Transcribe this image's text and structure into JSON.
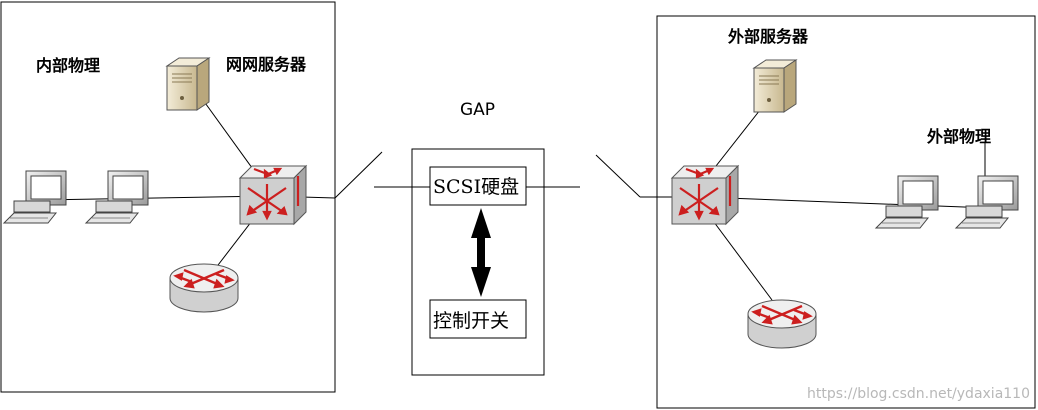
{
  "labels": {
    "inner_physical": "内部物理",
    "inner_server": "网网服务器",
    "gap": "GAP",
    "scsi_disk": "SCSI硬盘",
    "control_switch": "控制开关",
    "outer_server": "外部服务器",
    "outer_physical": "外部物理"
  },
  "watermark": "https://blog.csdn.net/ydaxia110",
  "colors": {
    "line": "#000000",
    "arrow_red": "#cc1f1f",
    "device_gray": "#c9c9c9",
    "server_beige": "#e7dcc0"
  },
  "icons": [
    "workstation-icon",
    "server-icon",
    "switch-icon",
    "router-icon"
  ]
}
